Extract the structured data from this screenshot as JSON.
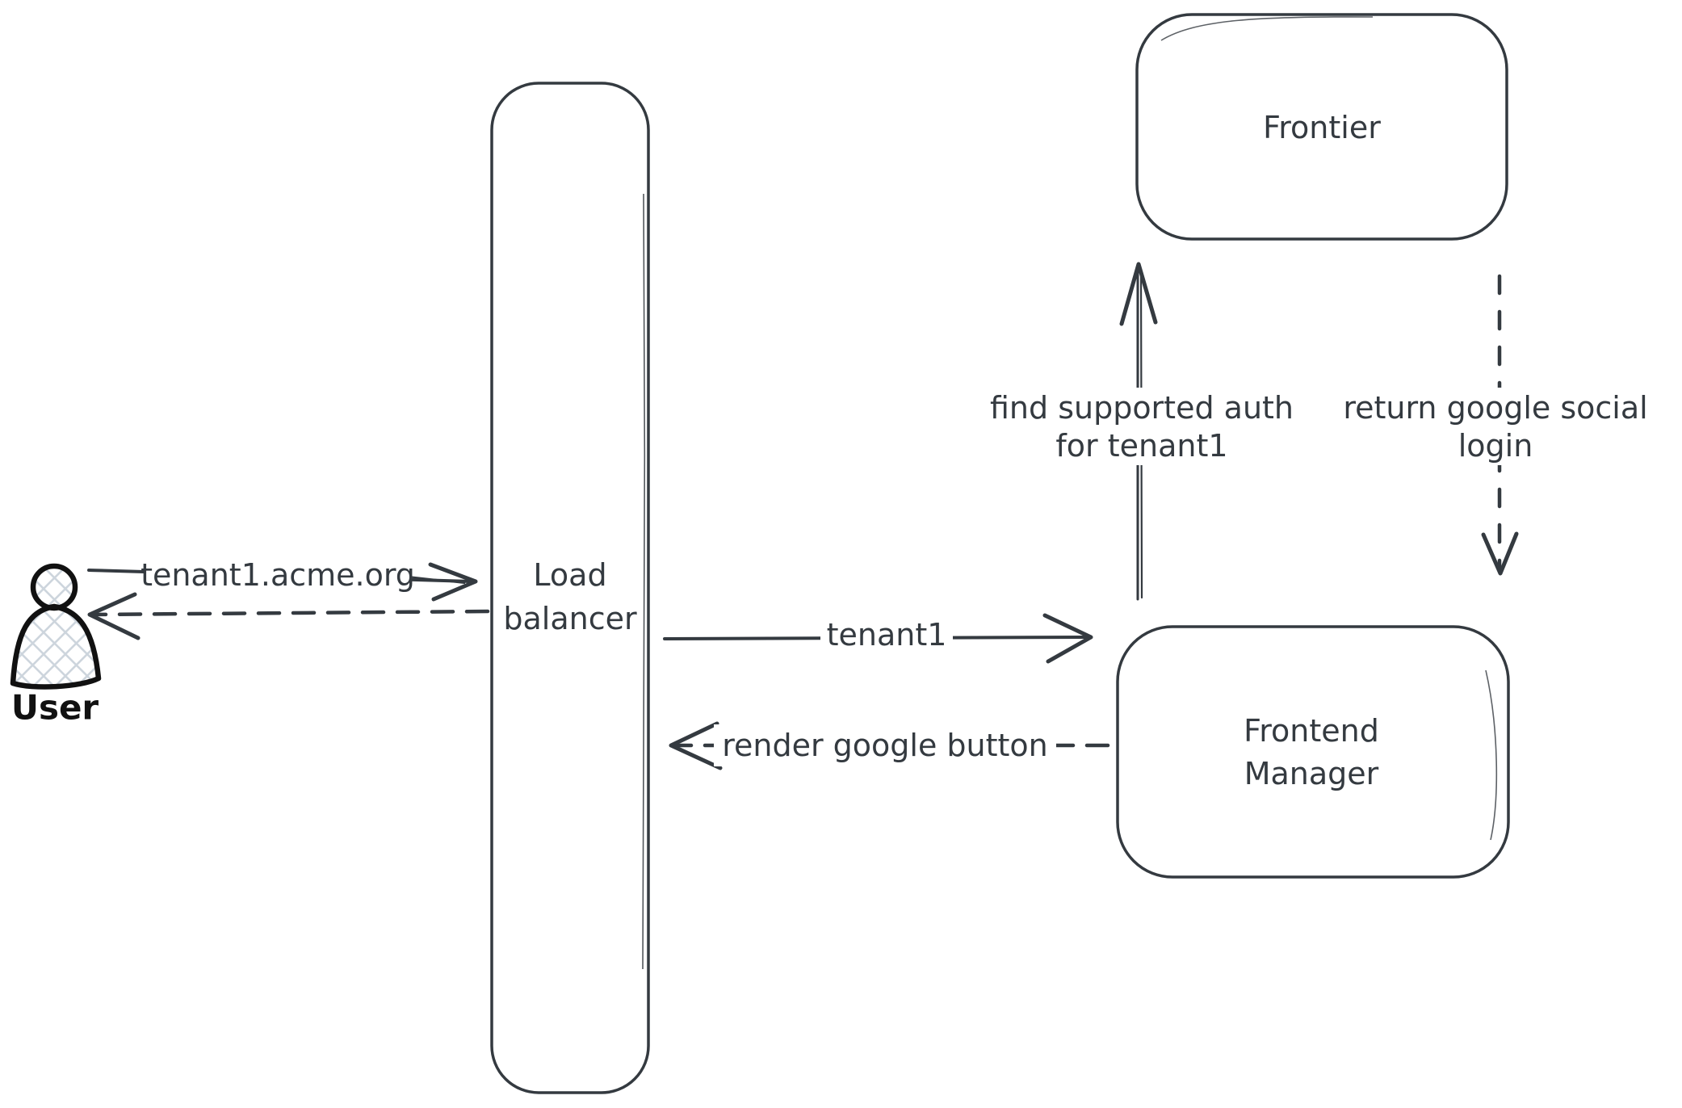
{
  "diagram": {
    "background": "#ffffff",
    "stroke_color": "#343a40",
    "actor_color": "#111111",
    "hatch_fill_color": "#cdd5dd",
    "nodes": {
      "user": {
        "label": "User",
        "shape": "actor-figure"
      },
      "load_balancer": {
        "label_line1": "Load",
        "label_line2": "balancer",
        "shape": "rounded-rectangle"
      },
      "frontier": {
        "label": "Frontier",
        "shape": "rounded-rectangle"
      },
      "frontend_manager": {
        "label_line1": "Frontend",
        "label_line2": "Manager",
        "shape": "rounded-rectangle"
      }
    },
    "edges": {
      "user_to_lb": {
        "label": "tenant1.acme.org",
        "style": "solid-arrow"
      },
      "lb_to_user": {
        "style": "dashed-arrow"
      },
      "lb_to_fm": {
        "label": "tenant1",
        "style": "solid-arrow"
      },
      "fm_to_lb": {
        "label": "render google button",
        "style": "dashed-arrow"
      },
      "fm_to_frontier": {
        "label_line1": "find supported auth",
        "label_line2": "for tenant1",
        "style": "solid-arrow"
      },
      "frontier_to_fm": {
        "label_line1": "return google social",
        "label_line2": "login",
        "style": "dashed-arrow"
      }
    }
  }
}
